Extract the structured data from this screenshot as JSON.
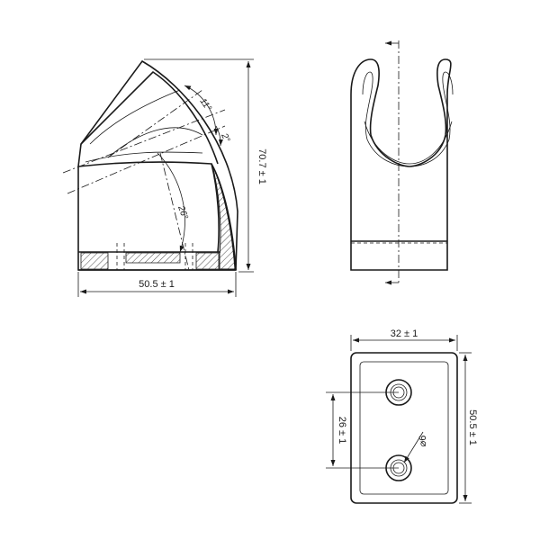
{
  "drawing": {
    "side_view": {
      "height_dim": "70.7 ± 1",
      "width_dim": "50.5 ± 1",
      "angle_large": "26°",
      "angle_mid": "11°",
      "angle_small": "2°"
    },
    "bottom_view": {
      "width_dim": "32 ± 1",
      "height_dim": "50.5 ± 1",
      "hole_spacing_dim": "26 ± 1",
      "hole_diameter": "⌀6"
    }
  }
}
